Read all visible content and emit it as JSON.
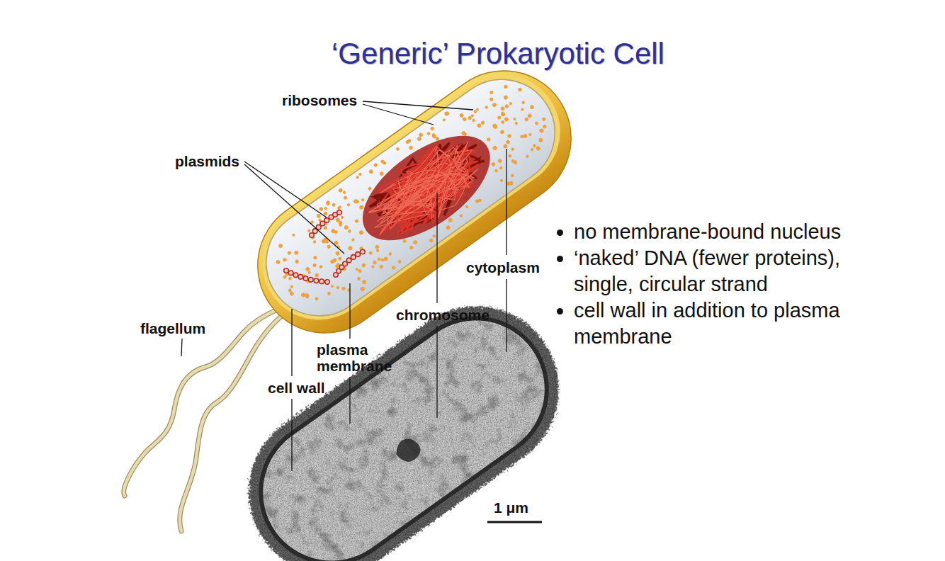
{
  "diagram": {
    "title": "‘Generic’ Prokaryotic Cell",
    "labels": [
      "ribosomes",
      "plasmids",
      "cytoplasm",
      "flagellum",
      "chromosome",
      "plasma membrane",
      "cell wall",
      "1 μm",
      "no membrane-bound nucleus",
      "‘naked’ DNA (fewer proteins), single, circular strand",
      "cell wall in addition to plasma membrane"
    ]
  }
}
